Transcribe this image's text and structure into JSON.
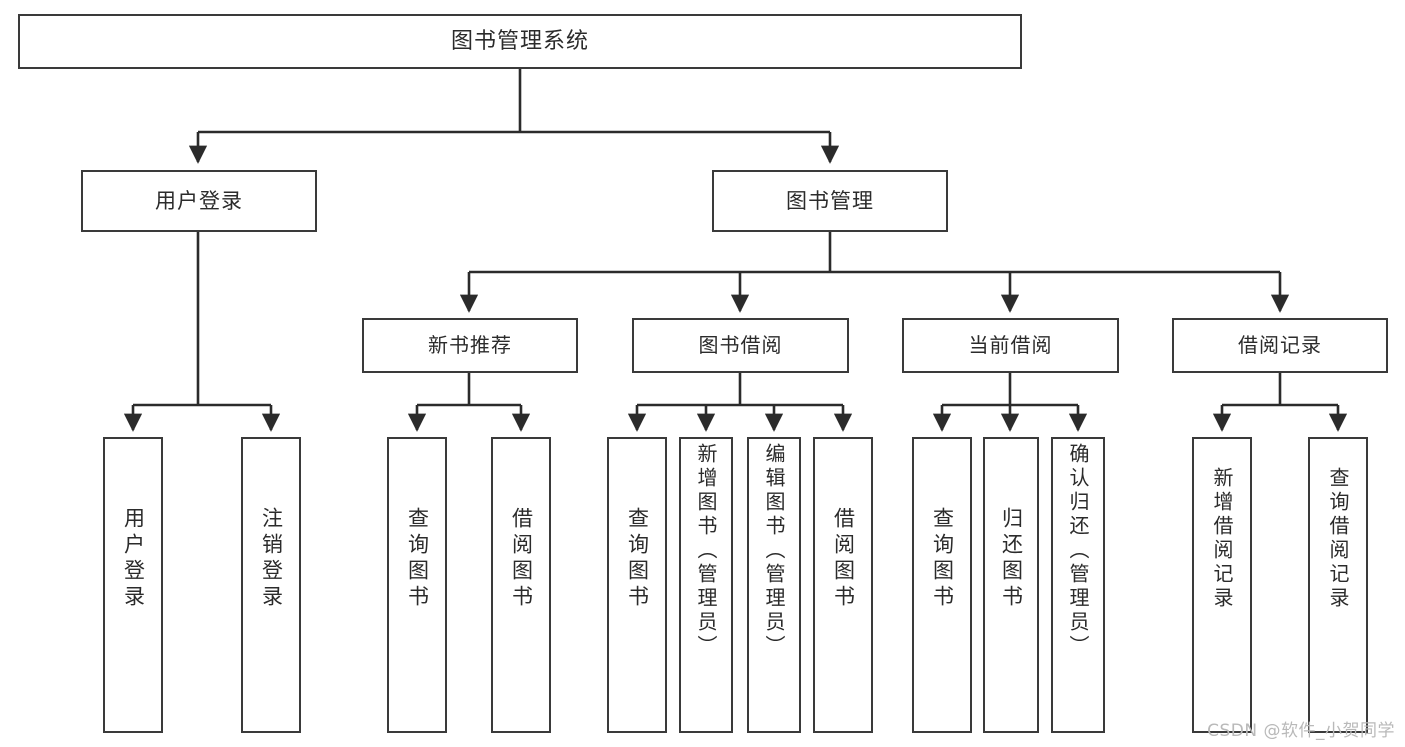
{
  "diagram": {
    "title": "图书管理系统",
    "type": "tree-hierarchy",
    "watermark": "CSDN @软件_小贺同学",
    "colors": {
      "background": "#ffffff",
      "box_border": "#3a3a3a",
      "box_fill": "#ffffff",
      "text": "#2b2b2b",
      "edge": "#2b2b2b",
      "watermark": "#b9b9b9"
    }
  },
  "nodes": {
    "root": {
      "label": "图书管理系统"
    },
    "level2": [
      {
        "label": "用户登录"
      },
      {
        "label": "图书管理"
      }
    ],
    "level3": [
      {
        "label": "新书推荐"
      },
      {
        "label": "图书借阅"
      },
      {
        "label": "当前借阅"
      },
      {
        "label": "借阅记录"
      }
    ],
    "leaves": {
      "user_login": [
        {
          "label": "用户登录"
        },
        {
          "label": "注销登录"
        }
      ],
      "new_book_recommend": [
        {
          "label": "查询图书"
        },
        {
          "label": "借阅图书"
        }
      ],
      "book_borrow": [
        {
          "label": "查询图书"
        },
        {
          "label": "新增图书（管理员）"
        },
        {
          "label": "编辑图书（管理员）"
        },
        {
          "label": "借阅图书"
        }
      ],
      "current_borrow": [
        {
          "label": "查询图书"
        },
        {
          "label": "归还图书"
        },
        {
          "label": "确认归还（管理员）"
        }
      ],
      "borrow_record": [
        {
          "label": "新增借阅记录"
        },
        {
          "label": "查询借阅记录"
        }
      ]
    }
  }
}
